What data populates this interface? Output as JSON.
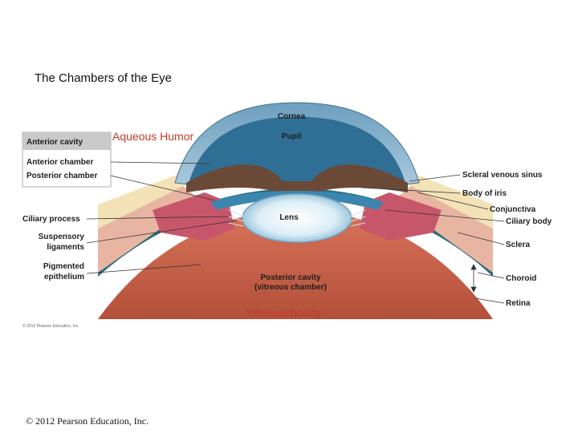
{
  "slide": {
    "title": "The Chambers of the Eye",
    "aqueous_label": "Aqueous Humor",
    "vitreous_label": "Vitreous boody",
    "copyright": "© 2012 Pearson Education, Inc.",
    "figure_copyright": "© 2012 Pearson Education, Inc."
  },
  "figure": {
    "labels": {
      "cornea": "Cornea",
      "pupil": "Pupil",
      "lens": "Lens",
      "posterior_cavity": "Posterior cavity",
      "vitreous_chamber": "(vitreous chamber)",
      "anterior_cavity": "Anterior cavity",
      "anterior_chamber": "Anterior chamber",
      "posterior_chamber": "Posterior chamber",
      "ciliary_process": "Ciliary process",
      "suspensory": "Suspensory",
      "ligaments": "ligaments",
      "pigmented": "Pigmented",
      "epithelium": "epithelium",
      "scleral_venous_sinus": "Scleral venous sinus",
      "body_of_iris": "Body of iris",
      "conjunctiva": "Conjunctiva",
      "ciliary_body": "Ciliary body",
      "sclera": "Sclera",
      "choroid": "Choroid",
      "retina": "Retina"
    }
  }
}
